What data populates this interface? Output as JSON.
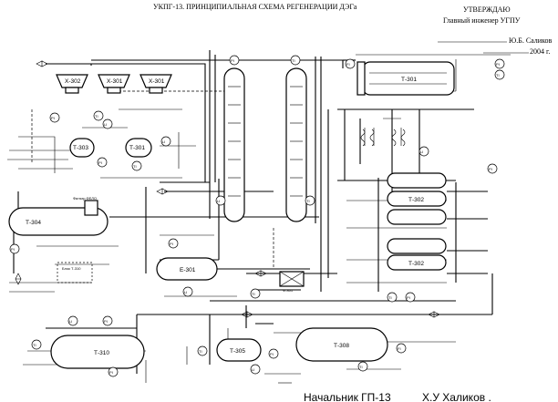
{
  "header": {
    "title": "УКПГ-13. ПРИНЦИПИАЛЬНАЯ СХЕМА РЕГЕНЕРАЦИИ ДЭГа",
    "approve": "УТВЕРЖДАЮ",
    "approver_role": "Главный инженер УГПУ",
    "approver_name": "Ю.Б. Саликов",
    "year": "2004 г."
  },
  "equipment": {
    "x302": "Х-302",
    "x301a": "Х-301",
    "x301b": "Х-301",
    "t303": "Т-303",
    "t301_small": "Т-301",
    "t304": "Т-304",
    "t301_top": "Т-301",
    "t302_upper": "Т-302",
    "t302_lower": "Т-302",
    "e301": "Е-301",
    "t310": "Т-310",
    "t305": "Т-305",
    "t308": "Т-308",
    "f301": "Ф-301",
    "bl310": "Блок Т-310",
    "filter_label": "Фильтр ФЕЛО"
  },
  "instruments": [
    "PI",
    "TI",
    "LI",
    "PI",
    "TI",
    "LI",
    "PI",
    "TI",
    "FI",
    "PI",
    "TI",
    "LI",
    "PI",
    "TI",
    "PI",
    "LI",
    "TI",
    "PI",
    "LI",
    "TI",
    "PI",
    "TI",
    "LI",
    "PI",
    "TI",
    "PI",
    "FI",
    "TI",
    "PI",
    "LI"
  ],
  "footer": {
    "role": "Начальник ГП-13",
    "name": "Х.У Халиков ."
  }
}
